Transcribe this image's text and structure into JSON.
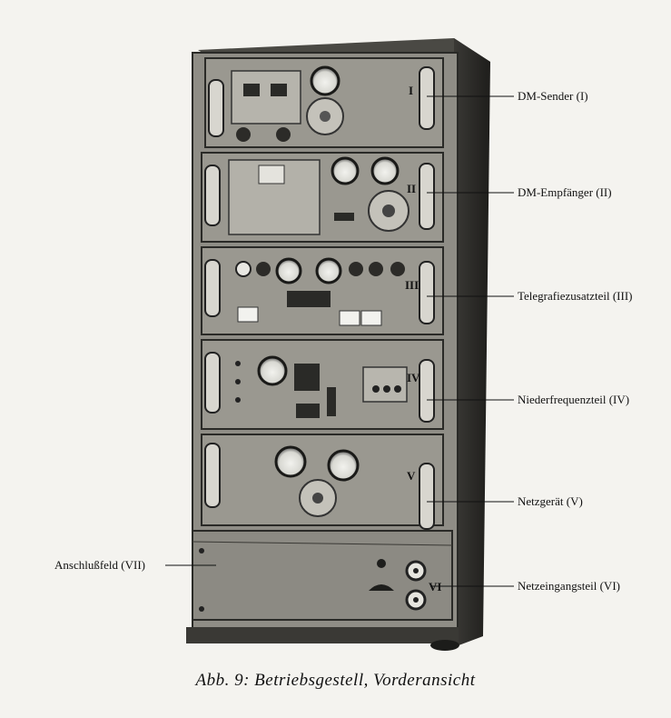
{
  "labels": {
    "dm_sender": "DM-Sender (I)",
    "dm_empfaenger": "DM-Empfänger (II)",
    "telegrafiezusatzteil": "Telegrafiezusatzteil (III)",
    "niederfrequenzteil": "Niederfrequenzteil (IV)",
    "netzgeraet": "Netzgerät (V)",
    "netzeingangsteil": "Netzeingangsteil (VI)",
    "anschlussfeld": "Anschlußfeld (VII)"
  },
  "panel_marks": {
    "i": "I",
    "ii": "II",
    "iii": "III",
    "iv": "IV",
    "v": "V",
    "vi": "VI"
  },
  "caption": "Abb. 9: Betriebsgestell, Vorderansicht",
  "colors": {
    "cabinet": "#8f8d86",
    "cabinet_dark": "#2a2a27",
    "paper": "#f4f3ef"
  }
}
